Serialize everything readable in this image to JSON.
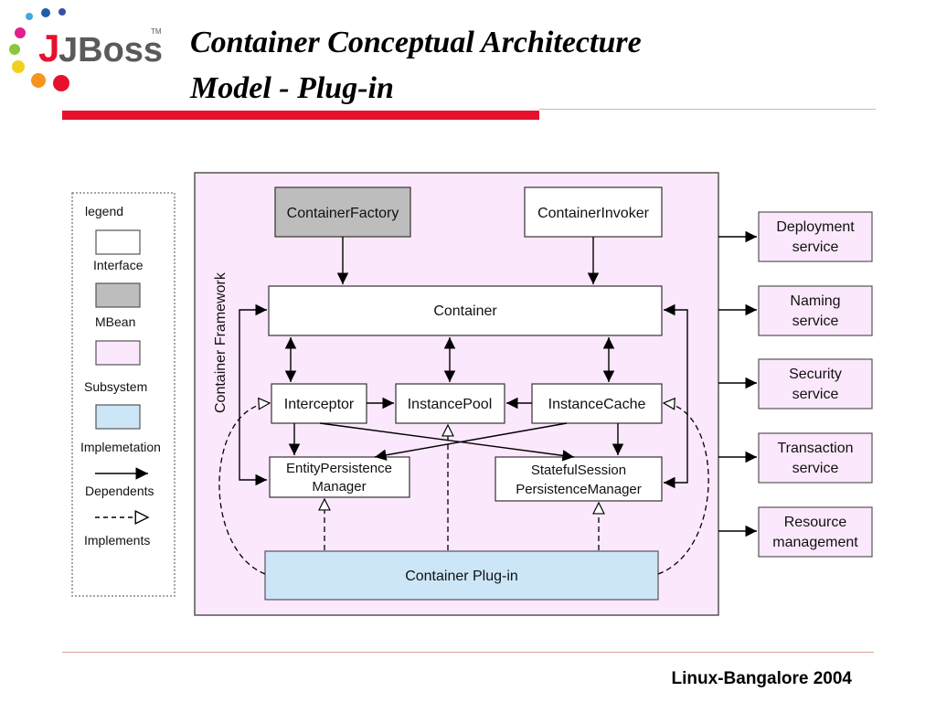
{
  "slide": {
    "title_line1": "Container Conceptual Architecture",
    "title_line2": "Model - Plug-in",
    "footer": "Linux-Bangalore 2004"
  },
  "logo": {
    "text": "JBoss",
    "tm": "TM"
  },
  "colors": {
    "accent_red": "#e8112d",
    "subsystem_fill": "#fce8fc",
    "mbean_fill": "#bdbdbd",
    "implementation_fill": "#cce6f8",
    "interface_fill": "#ffffff"
  },
  "legend": {
    "title": "legend",
    "interface": "Interface",
    "mbean": "MBean",
    "subsystem": "Subsystem",
    "implementation": "Implemetation",
    "dependents": "Dependents",
    "implements": "Implements"
  },
  "framework": {
    "label": "Container Framework",
    "container_factory": "ContainerFactory",
    "container_invoker": "ContainerInvoker",
    "container": "Container",
    "interceptor": "Interceptor",
    "instance_pool": "InstancePool",
    "instance_cache": "InstanceCache",
    "entity_persistence_1": "EntityPersistence",
    "entity_persistence_2": "Manager",
    "stateful_session_1": "StatefulSession",
    "stateful_session_2": "PersistenceManager",
    "container_plugin": "Container Plug-in"
  },
  "services": {
    "deployment_1": "Deployment",
    "deployment_2": "service",
    "naming_1": "Naming",
    "naming_2": "service",
    "security_1": "Security",
    "security_2": "service",
    "transaction_1": "Transaction",
    "transaction_2": "service",
    "resource_1": "Resource",
    "resource_2": "management"
  }
}
